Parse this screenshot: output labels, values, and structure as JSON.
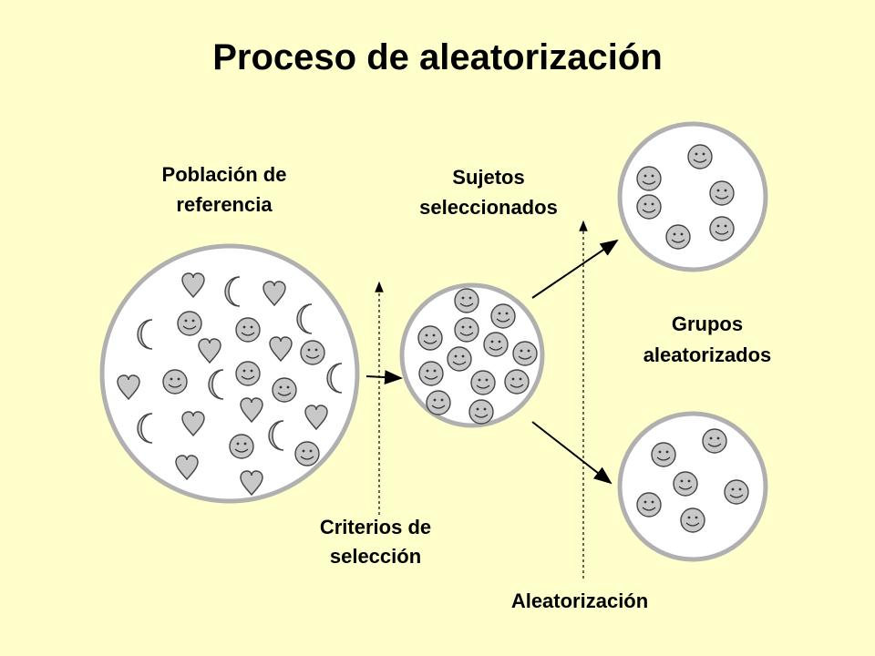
{
  "title": "Proceso de aleatorización",
  "labels": {
    "poblacion": [
      "Población de",
      "referencia"
    ],
    "sujetos": [
      "Sujetos",
      "seleccionados"
    ],
    "grupos": [
      "Grupos",
      "aleatorizados"
    ],
    "criterios": [
      "Criterios de",
      "selección"
    ],
    "aleatorizacion": "Aleatorización"
  },
  "icons": {
    "person": "smiley-face-icon",
    "excluded_a": "heart-icon",
    "excluded_b": "crescent-moon-icon"
  },
  "colors": {
    "background": "#FFFFCC",
    "circle_fill": "#FFFFFF",
    "circle_stroke": "#B0B0B0",
    "icon_fill": "#C8C8C8",
    "icon_stroke": "#444444"
  }
}
